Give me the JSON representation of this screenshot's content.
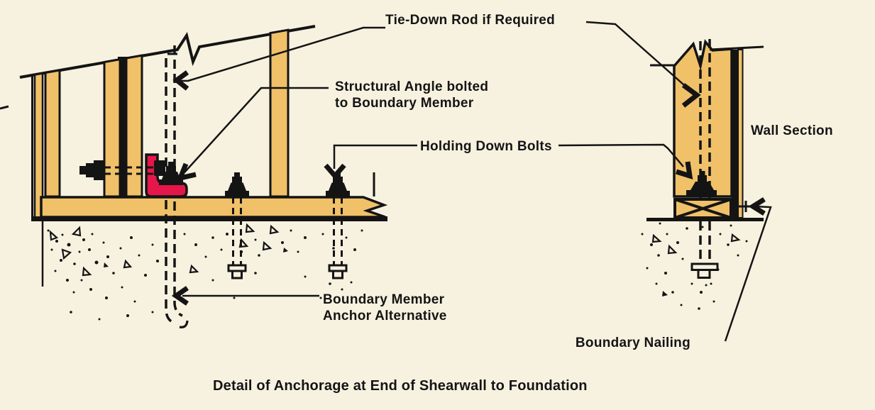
{
  "figure": {
    "caption": "Detail of Anchorage at End of Shearwall to Foundation",
    "labels": {
      "tie_down_rod": "Tie-Down Rod if Required",
      "structural_angle_line1": "Structural Angle bolted",
      "structural_angle_line2": "to Boundary Member",
      "holding_down_bolts": "Holding Down Bolts",
      "wall_section": "Wall Section",
      "boundary_member_line1": "Boundary Member",
      "boundary_member_line2": "Anchor Alternative",
      "boundary_nailing": "Boundary Nailing"
    },
    "colors": {
      "background": "#F7F2E0",
      "wood": "#F0C169",
      "angle_red": "#E5164A",
      "ink": "#141414"
    }
  }
}
